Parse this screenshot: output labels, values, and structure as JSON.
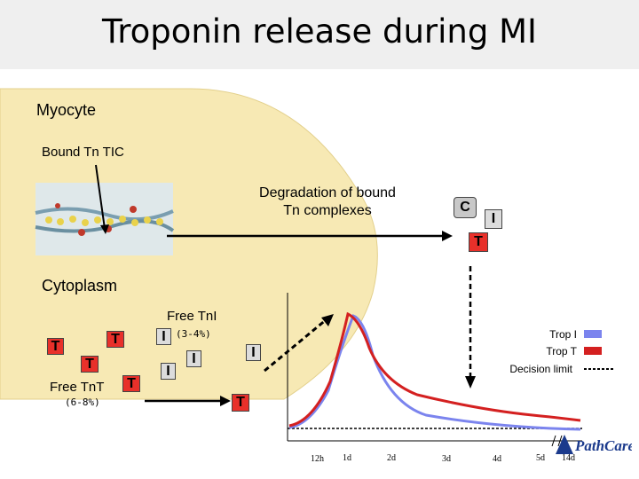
{
  "title": "Troponin release during MI",
  "labels": {
    "myocyte": "Myocyte",
    "bound": "Bound Tn TIC",
    "degradation_line1": "Degradation of bound",
    "degradation_line2": "Tn complexes",
    "cytoplasm": "Cytoplasm",
    "free_tni": "Free TnI",
    "free_tni_pct": "(3-4%)",
    "free_tnt": "Free TnT",
    "free_tnt_pct": "(6-8%)"
  },
  "subunits": {
    "c": "C",
    "i": "I",
    "t": "T"
  },
  "legend": {
    "trop_i": "Trop I",
    "trop_t": "Trop T",
    "decision_limit": "Decision limit"
  },
  "colors": {
    "cell": "#f7e9b4",
    "trop_i": "#7b84ee",
    "trop_t": "#d42020",
    "troponin_t_box": "#e8302a"
  },
  "chart_data": {
    "type": "line",
    "x_ticks": [
      "12h",
      "1d",
      "2d",
      "3d",
      "4d",
      "5d",
      "14d"
    ],
    "series": [
      {
        "name": "Trop I",
        "shape": "early peak near 1 day, rapid decline"
      },
      {
        "name": "Trop T",
        "shape": "peak near 1 day, prolonged elevation"
      }
    ],
    "reference": "Decision limit"
  },
  "logo_text": "PathCare"
}
